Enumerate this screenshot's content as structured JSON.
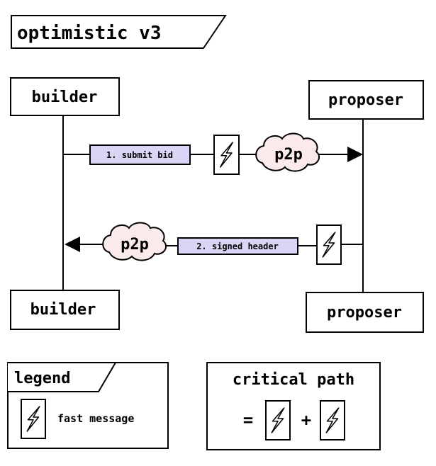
{
  "title": "optimistic v3",
  "nodes": {
    "builder_top": "builder",
    "builder_bottom": "builder",
    "proposer_top": "proposer",
    "proposer_bottom": "proposer"
  },
  "messages": {
    "submit_bid": "1. submit bid",
    "signed_header": "2. signed header",
    "p2p_top": "p2p",
    "p2p_bottom": "p2p"
  },
  "legend": {
    "title": "legend",
    "fast_message": "fast message"
  },
  "critical_path": {
    "title": "critical path",
    "equals": "=",
    "plus": "+"
  },
  "colors": {
    "message_label_fill": "#d9d5f5",
    "p2p_cloud_fill": "#fbeaea",
    "stroke": "#000000"
  },
  "icons": [
    "lightning-icon"
  ]
}
